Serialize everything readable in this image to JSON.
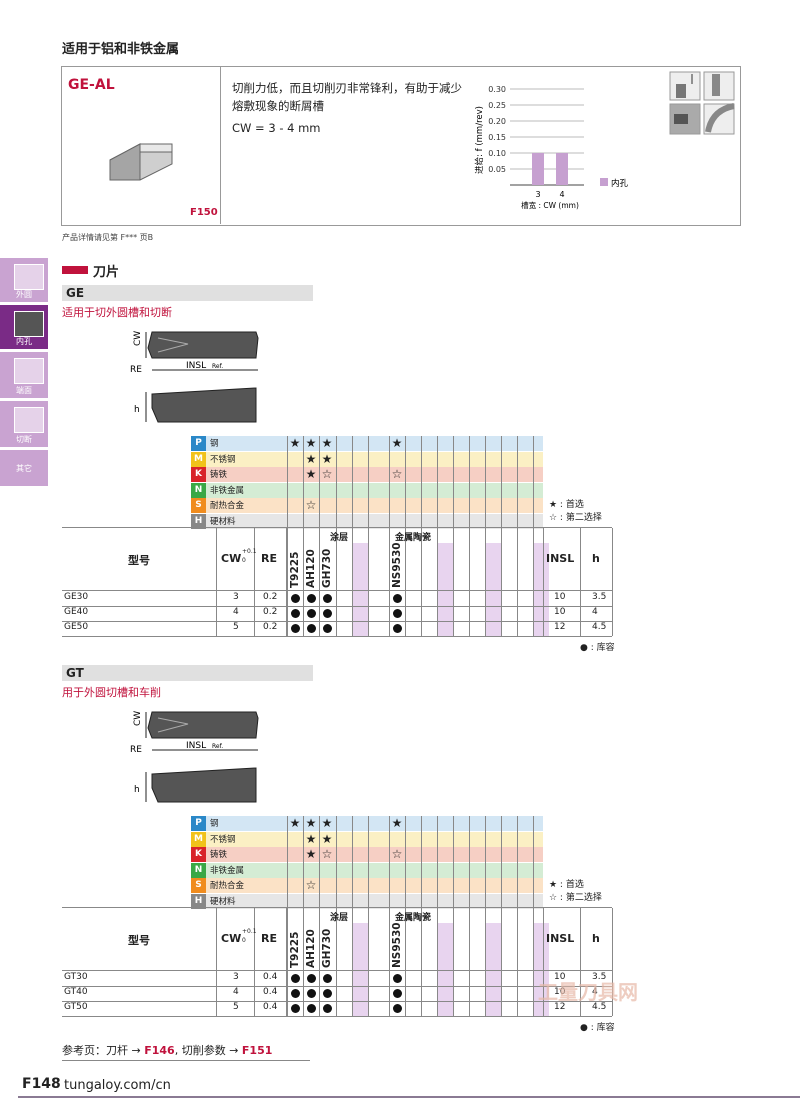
{
  "page_title": "适用于铝和非铁金属",
  "feature": {
    "code": "GE-AL",
    "page_ref": "F150",
    "description": "切削力低，而且切削刃非常锋利，有助于减少熔敷现象的断屑槽",
    "cw": "CW = 3 - 4 mm",
    "chart": {
      "ylabel": "进给: f (mm/rev)",
      "xlabel": "槽宽 : CW (mm)",
      "legend": "内孔",
      "yticks": [
        "0.30",
        "0.25",
        "0.20",
        "0.15",
        "0.10",
        "0.05"
      ]
    }
  },
  "chart_data": {
    "type": "bar",
    "categories": [
      "3",
      "4"
    ],
    "series": [
      {
        "name": "内孔",
        "values": [
          0.1,
          0.1
        ]
      }
    ],
    "xlabel": "槽宽 : CW (mm)",
    "ylabel": "进给: f (mm/rev)",
    "ylim": [
      0,
      0.3
    ],
    "yticks": [
      "0.05",
      "0.10",
      "0.15",
      "0.20",
      "0.25",
      "0.30"
    ],
    "legend_position": "right",
    "colors": [
      "#c6a0d0"
    ]
  },
  "detail_note": "产品详情请见第 F*** 页B",
  "sidebar": [
    {
      "label": "外圆",
      "active": false
    },
    {
      "label": "内孔",
      "active": true
    },
    {
      "label": "端面",
      "active": false
    },
    {
      "label": "切断",
      "active": false
    },
    {
      "label": "其它",
      "active": false
    }
  ],
  "category_title": "刀片",
  "sections": [
    {
      "code": "GE",
      "subtitle": "适用于切外圆槽和切断",
      "rows": [
        {
          "model": "GE30",
          "cw": "3",
          "re": "0.2",
          "insl": "10",
          "h": "3.5"
        },
        {
          "model": "GE40",
          "cw": "4",
          "re": "0.2",
          "insl": "10",
          "h": "4"
        },
        {
          "model": "GE50",
          "cw": "5",
          "re": "0.2",
          "insl": "12",
          "h": "4.5"
        }
      ]
    },
    {
      "code": "GT",
      "subtitle": "用于外圆切槽和车削",
      "rows": [
        {
          "model": "GT30",
          "cw": "3",
          "re": "0.4",
          "insl": "10",
          "h": "3.5"
        },
        {
          "model": "GT40",
          "cw": "4",
          "re": "0.4",
          "insl": "10",
          "h": "4"
        },
        {
          "model": "GT50",
          "cw": "5",
          "re": "0.4",
          "insl": "12",
          "h": "4.5"
        }
      ]
    }
  ],
  "materials": [
    {
      "letter": "P",
      "name": "钢",
      "color": "#2a88c8",
      "bg": "#d3e6f4"
    },
    {
      "letter": "M",
      "name": "不锈钢",
      "color": "#f1c21a",
      "bg": "#fbf0c4"
    },
    {
      "letter": "K",
      "name": "铸铁",
      "color": "#d8232a",
      "bg": "#f6cfc4"
    },
    {
      "letter": "N",
      "name": "非铁金属",
      "color": "#39a845",
      "bg": "#d4ecd4"
    },
    {
      "letter": "S",
      "name": "耐热合金",
      "color": "#f08c1e",
      "bg": "#fbe2c6"
    },
    {
      "letter": "H",
      "name": "硬材料",
      "color": "#888888",
      "bg": "#e6e6e6"
    }
  ],
  "ratings": {
    "P": [
      "★",
      "★",
      "★",
      "★"
    ],
    "M": [
      "",
      "★",
      "★",
      ""
    ],
    "K": [
      "",
      "★",
      "☆",
      "☆"
    ],
    "N": [
      "",
      "",
      "",
      ""
    ],
    "S": [
      "",
      "☆",
      "",
      ""
    ],
    "H": [
      "",
      "",
      "",
      ""
    ]
  },
  "legend": {
    "first": "★ : 首选",
    "second": "☆ : 第二选择",
    "stock": "● : 库容"
  },
  "table_headers": {
    "model": "型号",
    "cw": "CW",
    "cw_tol_upper": "+0.1",
    "cw_tol_lower": "0",
    "re": "RE",
    "coating": "涂层",
    "ceramic": "金属陶瓷",
    "insl": "INSL",
    "h": "h"
  },
  "grades": [
    "T9225",
    "AH120",
    "GH730",
    "NS9530"
  ],
  "drawing_labels": {
    "cw": "CW",
    "re": "RE",
    "insl": "INSL",
    "ref": "Ref.",
    "h": "h"
  },
  "reference": {
    "prefix": "参考页：刀杆 → ",
    "page1": "F146",
    "mid": ", 切削参数 → ",
    "page2": "F151"
  },
  "footer": {
    "page": "F148",
    "url": "tungaloy.com/cn"
  },
  "watermark": "工量刀具网"
}
